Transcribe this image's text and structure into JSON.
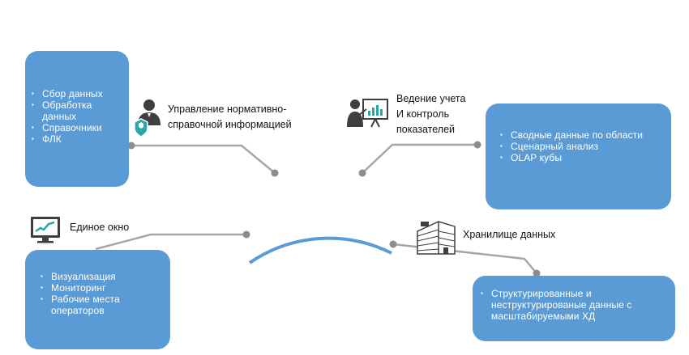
{
  "colors": {
    "box_fill": "#5b9bd5",
    "arc": "#5b9bd5",
    "connector": "#a6a6a6",
    "node": "#8c8c8c",
    "icon_dark": "#3f3f3f",
    "icon_accent": "#2aa6a8"
  },
  "left_top": {
    "items": [
      "Сбор данных",
      "Обработка данных",
      "Справочники",
      "ФЛК"
    ],
    "label_line1": "Управление нормативно-",
    "label_line2": "справочной информацией",
    "icon": "admin-user-shield-icon"
  },
  "right_top": {
    "items": [
      "Сводные данные  по области",
      "Сценарный анализ",
      "OLAP кубы"
    ],
    "label_line1": "Ведение учета",
    "label_line2": "И контроль",
    "label_line3": "показателей",
    "icon": "presenter-chart-icon"
  },
  "left_bottom": {
    "items": [
      "Визуализация",
      "Мониторинг",
      "Рабочие места операторов"
    ],
    "label": "Единое окно",
    "icon": "monitor-chart-icon"
  },
  "right_bottom": {
    "items": [
      "Структурированные и неструктурированые данные с масштабируемыми ХД"
    ],
    "label": "Хранилище данных",
    "icon": "data-warehouse-building-icon"
  }
}
